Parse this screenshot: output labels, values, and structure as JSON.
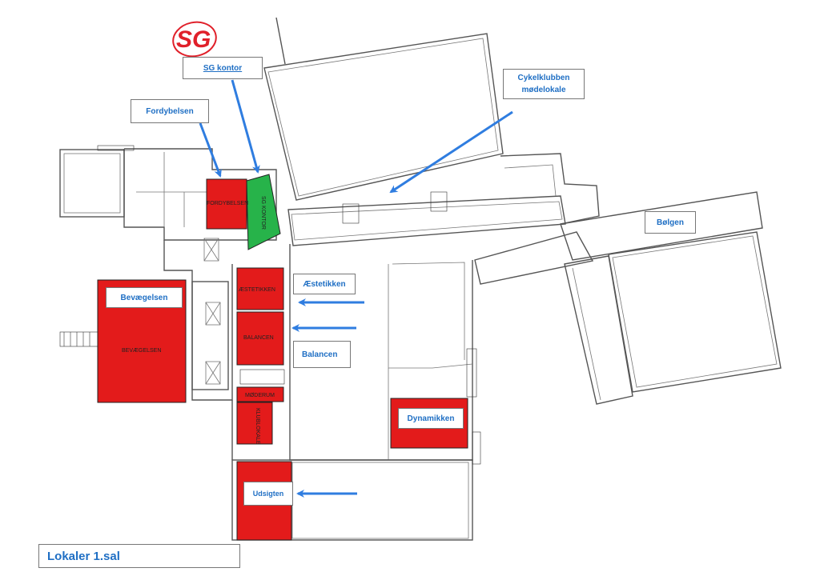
{
  "logo": {
    "text": "SG",
    "color": "#e0202a"
  },
  "title": "Lokaler 1.sal",
  "colors": {
    "booked_room": "#e31b1b",
    "office_room": "#27b34a",
    "arrow": "#2f7de0",
    "label_text": "#1f6fc4"
  },
  "callouts": {
    "sg_kontor": "SG kontor",
    "fordybelsen": "Fordybelsen",
    "cykelklubben_line1": "Cykelklubben",
    "cykelklubben_line2": "mødelokale",
    "bolgen": "Bølgen",
    "bevaegelsen": "Bevægelsen",
    "aestetikken": "Æstetikken",
    "balancen": "Balancen",
    "dynamikken": "Dynamikken",
    "udsigten": "Udsigten"
  },
  "room_labels": {
    "fordybelsen": "FORDYBELSEN",
    "sg_kontor": "SG KONTOR",
    "aestetikken": "ÆSTETIKKEN",
    "balancen": "BALANCEN",
    "bevaegelsen": "BEVÆGELSEN",
    "moderum": "MØDERUM",
    "klublokale": "KLUBLOKALE"
  }
}
